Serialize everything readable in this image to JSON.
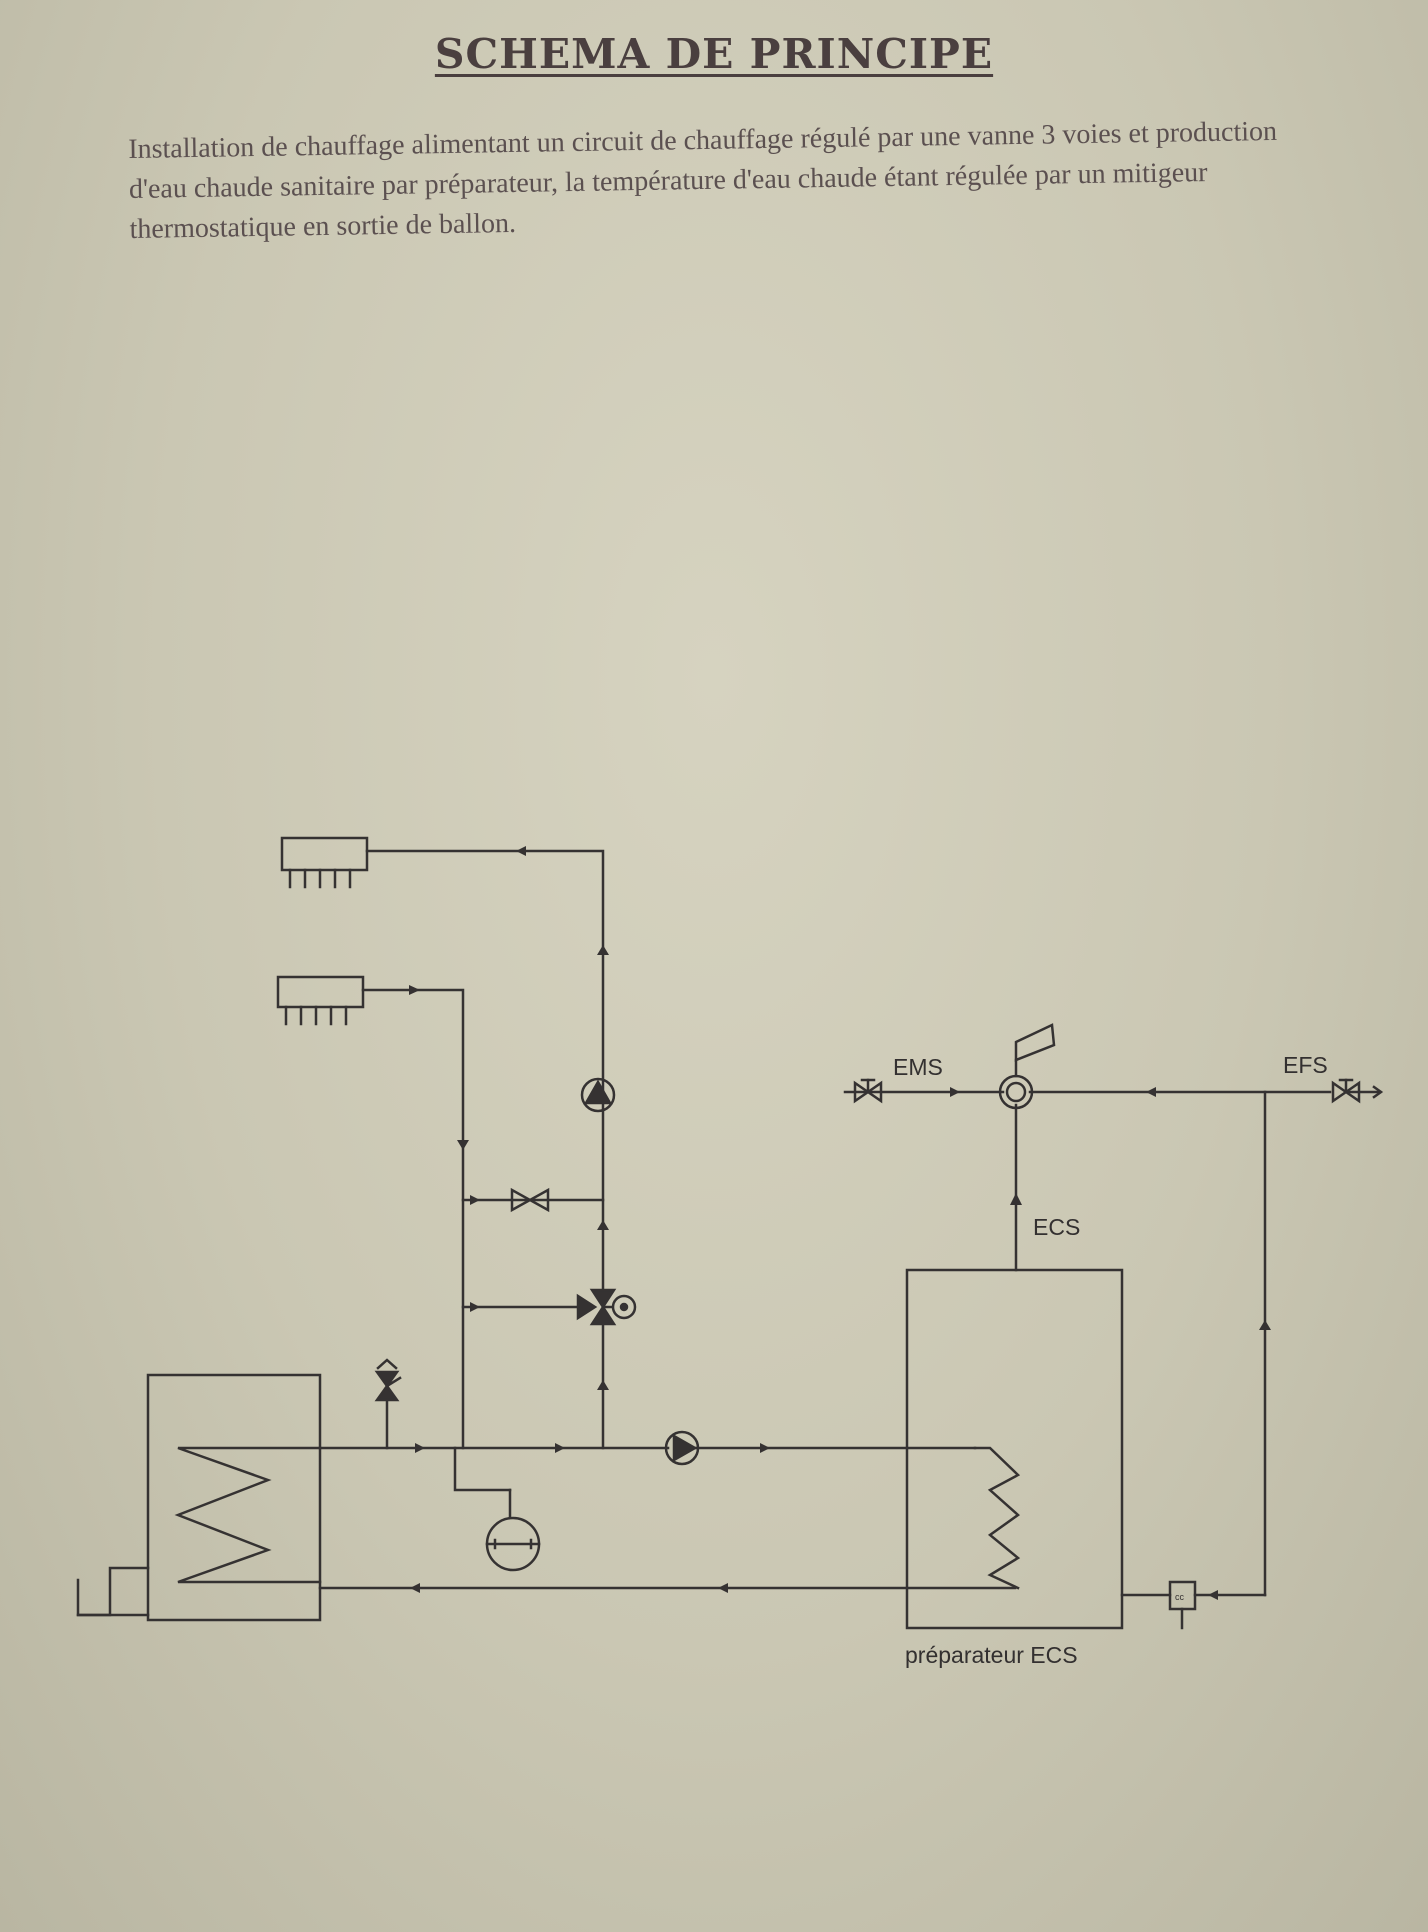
{
  "document": {
    "title": "SCHEMA DE PRINCIPE",
    "description": "Installation de chauffage alimentant un circuit de chauffage régulé par une vanne 3 voies et production d'eau chaude sanitaire par préparateur, la température d'eau chaude étant régulée par un mitigeur thermostatique en sortie de ballon."
  },
  "diagram": {
    "labels": {
      "ems": "EMS",
      "efs": "EFS",
      "ecs": "ECS",
      "tank": "préparateur ECS",
      "meter": "cc"
    },
    "icons": [
      "radiator-icon",
      "pump-icon",
      "three-way-valve-icon",
      "gate-valve-icon",
      "safety-valve-icon",
      "expansion-vessel-icon",
      "boiler-icon",
      "mixing-valve-icon",
      "check-valve-icon",
      "water-meter-icon"
    ]
  }
}
